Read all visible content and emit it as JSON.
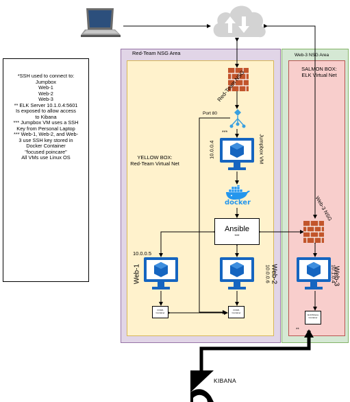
{
  "notes": {
    "lines": [
      "*SSH used to connect to:",
      "Jumpbox",
      "Web-1",
      "Web-2",
      "Web-3",
      "** ELK Server 10.1.0.4:5601",
      "Is exposed to allow access",
      "to Kibana",
      "*** Jumpbox VM uses a SSH",
      "Key from Personal Laptop",
      "*** Web-1, Web-2, and Web-",
      "3 use SSH key stored in",
      "Docker Container",
      "\"focused poincare\"",
      "All VMs use Linux OS"
    ]
  },
  "areas": {
    "red_team": "Red-Team NSG Area",
    "web3": "Web-3 NSG Area",
    "yellow_box": [
      "YELLOW BOX:",
      "Red-Team Virtual Net"
    ],
    "salmon_box": [
      "SALMON BOX:",
      "ELK Virtual Net"
    ]
  },
  "nodes": {
    "red_team_nsg": "Red-Team NSG",
    "web3_nsg": "Web-3 NSG",
    "port_80": "Port 80",
    "jumpbox_ip": "10.0.0.4",
    "jumpbox_name": "Jumpbox VM",
    "jumpbox_marker": "***",
    "docker": "docker",
    "ansible": "Ansible",
    "ansible_marker": "***",
    "web1_ip": "10.0.0.5",
    "web1_name": "Web-1",
    "web2_ip": "10.0.0.6",
    "web2_name": "Web-2",
    "web3_ip": "10.1.0.4",
    "web3_name": "Web-3",
    "dvwa_line1": "DVWA",
    "dvwa_line2": "Container",
    "elk_line1": "ELK/Kibana",
    "elk_line2": "Container",
    "elk_marker": "**",
    "kibana": "KIBANA"
  },
  "colors": {
    "red_team_fill": "#e1d5e7",
    "yellow_fill": "#fff2cc",
    "web3_fill": "#d5e8d4",
    "salmon_fill": "#f8cecc",
    "vm_blue": "#1565c0",
    "docker_blue": "#2496ed",
    "firewall_orange": "#c2552b",
    "cloud_gray": "#d3d3d3"
  }
}
